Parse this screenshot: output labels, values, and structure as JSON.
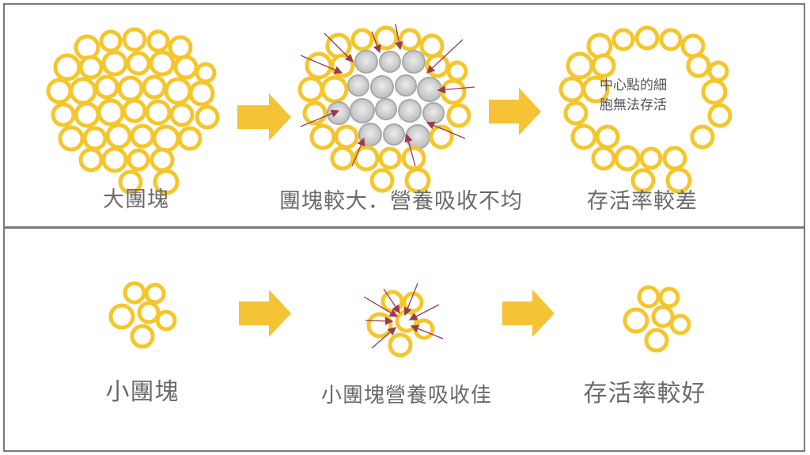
{
  "top_row": {
    "captions": [
      "大團塊",
      "團塊較大．營養吸收不均",
      "存活率較差"
    ],
    "note_lines": [
      "中心點的細",
      "胞無法存活"
    ]
  },
  "bottom_row": {
    "captions": [
      "小團塊",
      "小團塊營養吸收佳",
      "存活率較好"
    ]
  },
  "colors": {
    "cell": "#f5c62c",
    "arrow": "#f6c236",
    "nutrient_arrow": "#9b3a4e",
    "dead_core": "#c9c9c9",
    "border": "#7a7a7a",
    "text": "#6a6a6a"
  }
}
